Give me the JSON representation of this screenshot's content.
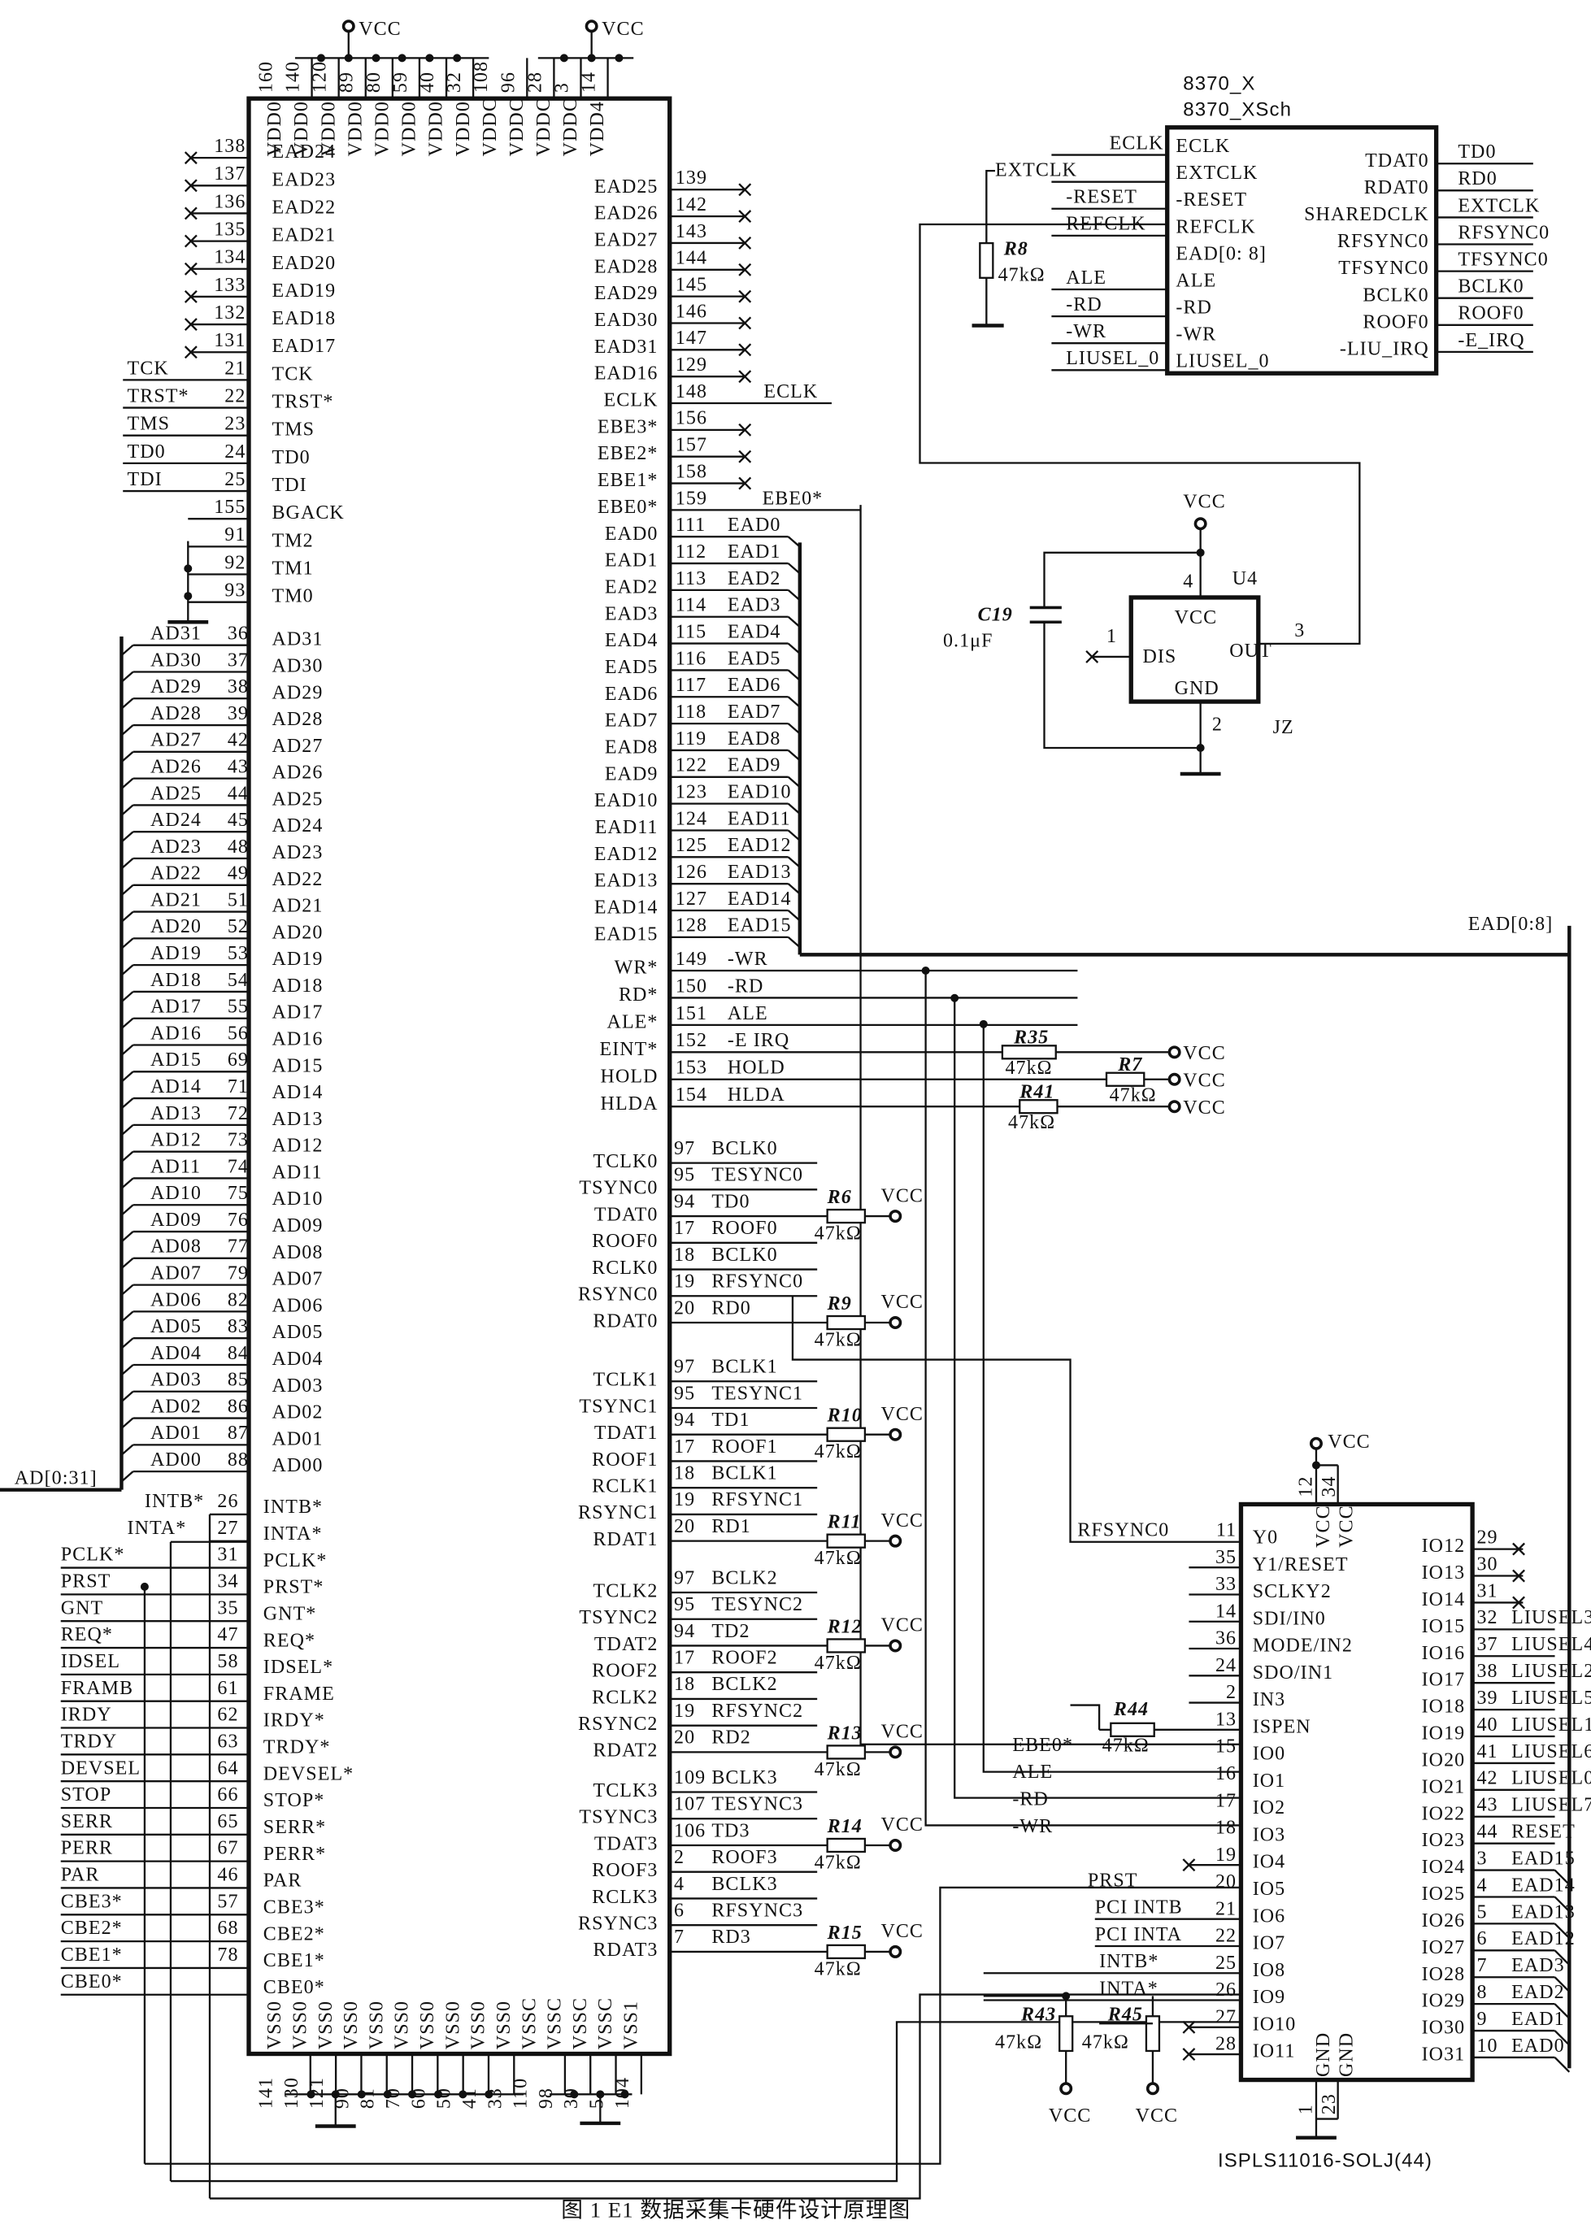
{
  "vcc_label": "VCC",
  "res_value": "47kΩ",
  "ad_bus": "AD[0:31]",
  "ead_bus": "EAD[0:8]",
  "caption": "图 1  E1 数据采集卡硬件设计原理图",
  "main_chip": {
    "top_pins": [
      {
        "num": "160",
        "name": "VDD0"
      },
      {
        "num": "140",
        "name": "VDD0"
      },
      {
        "num": "120",
        "name": "VDD0"
      },
      {
        "num": "89",
        "name": "VDD0"
      },
      {
        "num": "80",
        "name": "VDD0"
      },
      {
        "num": "59",
        "name": "VDD0"
      },
      {
        "num": "40",
        "name": "VDD0"
      },
      {
        "num": "32",
        "name": "VDD0"
      },
      {
        "num": "108",
        "name": "VDDC"
      },
      {
        "num": "96",
        "name": "VDDC"
      },
      {
        "num": "28",
        "name": "VDDC"
      },
      {
        "num": "3",
        "name": "VDDC"
      },
      {
        "num": "14",
        "name": "VDD4"
      }
    ],
    "bottom_pins": [
      {
        "num": "141",
        "name": "VSS0"
      },
      {
        "num": "130",
        "name": "VSS0"
      },
      {
        "num": "121",
        "name": "VSS0"
      },
      {
        "num": "90",
        "name": "VSS0"
      },
      {
        "num": "81",
        "name": "VSS0"
      },
      {
        "num": "70",
        "name": "VSS0"
      },
      {
        "num": "60",
        "name": "VSS0"
      },
      {
        "num": "50",
        "name": "VSS0"
      },
      {
        "num": "41",
        "name": "VSS0"
      },
      {
        "num": "33",
        "name": "VSS0"
      },
      {
        "num": "110",
        "name": "VSSC"
      },
      {
        "num": "98",
        "name": "VSSC"
      },
      {
        "num": "30",
        "name": "VSSC"
      },
      {
        "num": "5",
        "name": "VSSC"
      },
      {
        "num": "104",
        "name": "VSS1"
      }
    ],
    "left_upper": [
      {
        "num": "138",
        "name": "EAD24",
        "nc": true
      },
      {
        "num": "137",
        "name": "EAD23",
        "nc": true
      },
      {
        "num": "136",
        "name": "EAD22",
        "nc": true
      },
      {
        "num": "135",
        "name": "EAD21",
        "nc": true
      },
      {
        "num": "134",
        "name": "EAD20",
        "nc": true
      },
      {
        "num": "133",
        "name": "EAD19",
        "nc": true
      },
      {
        "num": "132",
        "name": "EAD18",
        "nc": true
      },
      {
        "num": "131",
        "name": "EAD17",
        "nc": true
      },
      {
        "num": "21",
        "name": "TCK",
        "net": "TCK"
      },
      {
        "num": "22",
        "name": "TRST*",
        "net": "TRST*"
      },
      {
        "num": "23",
        "name": "TMS",
        "net": "TMS"
      },
      {
        "num": "24",
        "name": "TD0",
        "net": "TD0"
      },
      {
        "num": "25",
        "name": "TDI",
        "net": "TDI"
      },
      {
        "num": "155",
        "name": "BGACK"
      },
      {
        "num": "91",
        "name": "TM2"
      },
      {
        "num": "92",
        "name": "TM1"
      },
      {
        "num": "93",
        "name": "TM0"
      }
    ],
    "left_ad": [
      {
        "num": "36",
        "name": "AD31",
        "net": "AD31"
      },
      {
        "num": "37",
        "name": "AD30",
        "net": "AD30"
      },
      {
        "num": "38",
        "name": "AD29",
        "net": "AD29"
      },
      {
        "num": "39",
        "name": "AD28",
        "net": "AD28"
      },
      {
        "num": "42",
        "name": "AD27",
        "net": "AD27"
      },
      {
        "num": "43",
        "name": "AD26",
        "net": "AD26"
      },
      {
        "num": "44",
        "name": "AD25",
        "net": "AD25"
      },
      {
        "num": "45",
        "name": "AD24",
        "net": "AD24"
      },
      {
        "num": "48",
        "name": "AD23",
        "net": "AD23"
      },
      {
        "num": "49",
        "name": "AD22",
        "net": "AD22"
      },
      {
        "num": "51",
        "name": "AD21",
        "net": "AD21"
      },
      {
        "num": "52",
        "name": "AD20",
        "net": "AD20"
      },
      {
        "num": "53",
        "name": "AD19",
        "net": "AD19"
      },
      {
        "num": "54",
        "name": "AD18",
        "net": "AD18"
      },
      {
        "num": "55",
        "name": "AD17",
        "net": "AD17"
      },
      {
        "num": "56",
        "name": "AD16",
        "net": "AD16"
      },
      {
        "num": "69",
        "name": "AD15",
        "net": "AD15"
      },
      {
        "num": "71",
        "name": "AD14",
        "net": "AD14"
      },
      {
        "num": "72",
        "name": "AD13",
        "net": "AD13"
      },
      {
        "num": "73",
        "name": "AD12",
        "net": "AD12"
      },
      {
        "num": "74",
        "name": "AD11",
        "net": "AD11"
      },
      {
        "num": "75",
        "name": "AD10",
        "net": "AD10"
      },
      {
        "num": "76",
        "name": "AD09",
        "net": "AD09"
      },
      {
        "num": "77",
        "name": "AD08",
        "net": "AD08"
      },
      {
        "num": "79",
        "name": "AD07",
        "net": "AD07"
      },
      {
        "num": "82",
        "name": "AD06",
        "net": "AD06"
      },
      {
        "num": "83",
        "name": "AD05",
        "net": "AD05"
      },
      {
        "num": "84",
        "name": "AD04",
        "net": "AD04"
      },
      {
        "num": "85",
        "name": "AD03",
        "net": "AD03"
      },
      {
        "num": "86",
        "name": "AD02",
        "net": "AD02"
      },
      {
        "num": "87",
        "name": "AD01",
        "net": "AD01"
      },
      {
        "num": "88",
        "name": "AD00",
        "net": "AD00"
      }
    ],
    "left_pci": [
      {
        "num": "26",
        "name": "INTB*",
        "net": "INTB*"
      },
      {
        "num": "27",
        "name": "INTA*",
        "net": "INTA*"
      },
      {
        "num": "31",
        "name": "PCLK*",
        "net": "PCLK*"
      },
      {
        "num": "34",
        "name": "PRST*",
        "net": "PRST"
      },
      {
        "num": "35",
        "name": "GNT*",
        "net": "GNT"
      },
      {
        "num": "47",
        "name": "REQ*",
        "net": "REQ*"
      },
      {
        "num": "58",
        "name": "IDSEL*",
        "net": "IDSEL"
      },
      {
        "num": "61",
        "name": "FRAME",
        "net": "FRAMB"
      },
      {
        "num": "62",
        "name": "IRDY*",
        "net": "IRDY"
      },
      {
        "num": "63",
        "name": "TRDY*",
        "net": "TRDY"
      },
      {
        "num": "64",
        "name": "DEVSEL*",
        "net": "DEVSEL"
      },
      {
        "num": "66",
        "name": "STOP*",
        "net": "STOP"
      },
      {
        "num": "65",
        "name": "SERR*",
        "net": "SERR"
      },
      {
        "num": "67",
        "name": "PERR*",
        "net": "PERR"
      },
      {
        "num": "46",
        "name": "PAR",
        "net": "PAR"
      },
      {
        "num": "57",
        "name": "CBE3*",
        "net": "CBE3*"
      },
      {
        "num": "68",
        "name": "CBE2*",
        "net": "CBE2*"
      },
      {
        "num": "78",
        "name": "CBE1*",
        "net": "CBE1*"
      },
      {
        "num": "",
        "name": "CBE0*",
        "net": "CBE0*"
      }
    ],
    "right_upper": [
      {
        "num": "139",
        "name": "EAD25",
        "nc": true
      },
      {
        "num": "142",
        "name": "EAD26",
        "nc": true
      },
      {
        "num": "143",
        "name": "EAD27",
        "nc": true
      },
      {
        "num": "144",
        "name": "EAD28",
        "nc": true
      },
      {
        "num": "145",
        "name": "EAD29",
        "nc": true
      },
      {
        "num": "146",
        "name": "EAD30",
        "nc": true
      },
      {
        "num": "147",
        "name": "EAD31",
        "nc": true
      },
      {
        "num": "129",
        "name": "EAD16",
        "nc": true
      },
      {
        "num": "148",
        "name": "ECLK",
        "net": "ECLK"
      },
      {
        "num": "156",
        "name": "EBE3*",
        "nc": true
      },
      {
        "num": "157",
        "name": "EBE2*",
        "nc": true
      },
      {
        "num": "158",
        "name": "EBE1*",
        "nc": true
      },
      {
        "num": "159",
        "name": "EBE0*",
        "net": "EBE0*"
      },
      {
        "num": "111",
        "name": "EAD0",
        "net": "EAD0"
      },
      {
        "num": "112",
        "name": "EAD1",
        "net": "EAD1"
      },
      {
        "num": "113",
        "name": "EAD2",
        "net": "EAD2"
      },
      {
        "num": "114",
        "name": "EAD3",
        "net": "EAD3"
      },
      {
        "num": "115",
        "name": "EAD4",
        "net": "EAD4"
      },
      {
        "num": "116",
        "name": "EAD5",
        "net": "EAD5"
      },
      {
        "num": "117",
        "name": "EAD6",
        "net": "EAD6"
      },
      {
        "num": "118",
        "name": "EAD7",
        "net": "EAD7"
      },
      {
        "num": "119",
        "name": "EAD8",
        "net": "EAD8"
      },
      {
        "num": "122",
        "name": "EAD9",
        "net": "EAD9"
      },
      {
        "num": "123",
        "name": "EAD10",
        "net": "EAD10"
      },
      {
        "num": "124",
        "name": "EAD11",
        "net": "EAD11"
      },
      {
        "num": "125",
        "name": "EAD12",
        "net": "EAD12"
      },
      {
        "num": "126",
        "name": "EAD13",
        "net": "EAD13"
      },
      {
        "num": "127",
        "name": "EAD14",
        "net": "EAD14"
      },
      {
        "num": "128",
        "name": "EAD15",
        "net": "EAD15"
      }
    ],
    "right_ctrl": [
      {
        "num": "149",
        "name": "WR*",
        "net": "-WR"
      },
      {
        "num": "150",
        "name": "RD*",
        "net": "-RD"
      },
      {
        "num": "151",
        "name": "ALE*",
        "net": "ALE"
      },
      {
        "num": "152",
        "name": "EINT*",
        "net": "-E IRQ",
        "res": "R35"
      },
      {
        "num": "153",
        "name": "HOLD",
        "net": "HOLD",
        "res": "R7"
      },
      {
        "num": "154",
        "name": "HLDA",
        "net": "HLDA",
        "res": "R41"
      }
    ],
    "e1_groups": [
      {
        "pins": [
          {
            "name": "TCLK0",
            "num": "97",
            "net": "BCLK0"
          },
          {
            "name": "TSYNC0",
            "num": "95",
            "net": "TESYNC0"
          },
          {
            "name": "TDAT0",
            "num": "94",
            "net": "TD0",
            "res": "R6"
          },
          {
            "name": "ROOF0",
            "num": "17",
            "net": "ROOF0"
          },
          {
            "name": "RCLK0",
            "num": "18",
            "net": "BCLK0"
          },
          {
            "name": "RSYNC0",
            "num": "19",
            "net": "RFSYNC0"
          },
          {
            "name": "RDAT0",
            "num": "20",
            "net": "RD0",
            "res": "R9"
          }
        ]
      },
      {
        "pins": [
          {
            "name": "TCLK1",
            "num": "97",
            "net": "BCLK1"
          },
          {
            "name": "TSYNC1",
            "num": "95",
            "net": "TESYNC1"
          },
          {
            "name": "TDAT1",
            "num": "94",
            "net": "TD1",
            "res": "R10"
          },
          {
            "name": "ROOF1",
            "num": "17",
            "net": "ROOF1"
          },
          {
            "name": "RCLK1",
            "num": "18",
            "net": "BCLK1"
          },
          {
            "name": "RSYNC1",
            "num": "19",
            "net": "RFSYNC1"
          },
          {
            "name": "RDAT1",
            "num": "20",
            "net": "RD1",
            "res": "R11"
          }
        ]
      },
      {
        "pins": [
          {
            "name": "TCLK2",
            "num": "97",
            "net": "BCLK2"
          },
          {
            "name": "TSYNC2",
            "num": "95",
            "net": "TESYNC2"
          },
          {
            "name": "TDAT2",
            "num": "94",
            "net": "TD2",
            "res": "R12"
          },
          {
            "name": "ROOF2",
            "num": "17",
            "net": "ROOF2"
          },
          {
            "name": "RCLK2",
            "num": "18",
            "net": "BCLK2"
          },
          {
            "name": "RSYNC2",
            "num": "19",
            "net": "RFSYNC2"
          },
          {
            "name": "RDAT2",
            "num": "20",
            "net": "RD2",
            "res": "R13"
          }
        ]
      },
      {
        "pins": [
          {
            "name": "TCLK3",
            "num": "109",
            "net": "BCLK3"
          },
          {
            "name": "TSYNC3",
            "num": "107",
            "net": "TESYNC3"
          },
          {
            "name": "TDAT3",
            "num": "106",
            "net": "TD3",
            "res": "R14"
          },
          {
            "name": "ROOF3",
            "num": "2",
            "net": "ROOF3"
          },
          {
            "name": "RCLK3",
            "num": "4",
            "net": "BCLK3"
          },
          {
            "name": "RSYNC3",
            "num": "6",
            "net": "RFSYNC3"
          },
          {
            "name": "RDAT3",
            "num": "7",
            "net": "RD3",
            "res": "R15"
          }
        ]
      }
    ]
  },
  "u8370": {
    "title1": "8370_X",
    "title2": "8370_XSch",
    "left": [
      {
        "name": "ECLK",
        "net": "ECLK"
      },
      {
        "name": "EXTCLK",
        "net": "EXTCLK"
      },
      {
        "name": "-RESET",
        "net": "-RESET"
      },
      {
        "name": "REFCLK",
        "net": "REFCLK"
      },
      {
        "name": "EAD[0: 8]",
        "net": ""
      },
      {
        "name": "ALE",
        "net": "ALE"
      },
      {
        "name": "-RD",
        "net": "-RD"
      },
      {
        "name": "-WR",
        "net": "-WR"
      },
      {
        "name": "LIUSEL_0",
        "net": "LIUSEL_0"
      }
    ],
    "right": [
      {
        "name": "TDAT0",
        "net": "TD0"
      },
      {
        "name": "RDAT0",
        "net": "RD0"
      },
      {
        "name": "SHAREDCLK",
        "net": "EXTCLK"
      },
      {
        "name": "RFSYNC0",
        "net": "RFSYNC0"
      },
      {
        "name": "TFSYNC0",
        "net": "TFSYNC0"
      },
      {
        "name": "BCLK0",
        "net": "BCLK0"
      },
      {
        "name": "ROOF0",
        "net": "ROOF0"
      },
      {
        "name": "-LIU_IRQ",
        "net": "-E_IRQ"
      }
    ]
  },
  "r8": {
    "ref": "R8"
  },
  "c19": {
    "ref": "C19",
    "value": "0.1μF"
  },
  "u4": {
    "ref": "U4",
    "part": "JZ",
    "vcc": "VCC",
    "dis": "DIS",
    "out": "OUT",
    "gnd": "GND",
    "pin_vcc": "4",
    "pin_dis": "1",
    "pin_out": "3",
    "pin_gnd": "2"
  },
  "pld": {
    "part": "ISPLS11016-SOLJ(44)",
    "top": [
      {
        "num": "12",
        "name": "VCC"
      },
      {
        "num": "34",
        "name": "VCC"
      }
    ],
    "bottom": [
      {
        "num": "1",
        "name": "GND"
      },
      {
        "num": "23",
        "name": "GND"
      }
    ],
    "left": [
      {
        "num": "11",
        "name": "Y0",
        "net": "RFSYNC0"
      },
      {
        "num": "35",
        "name": "Y1/RESET"
      },
      {
        "num": "33",
        "name": "SCLKY2"
      },
      {
        "num": "14",
        "name": "SDI/IN0"
      },
      {
        "num": "36",
        "name": "MODE/IN2"
      },
      {
        "num": "24",
        "name": "SDO/IN1"
      },
      {
        "num": "2",
        "name": "IN3"
      },
      {
        "num": "13",
        "name": "ISPEN",
        "res": "R44"
      },
      {
        "num": "15",
        "name": "IO0",
        "net": "EBE0*"
      },
      {
        "num": "16",
        "name": "IO1",
        "net": "ALE"
      },
      {
        "num": "17",
        "name": "IO2",
        "net": "-RD"
      },
      {
        "num": "18",
        "name": "IO3",
        "net": "-WR"
      },
      {
        "num": "19",
        "name": "IO4",
        "nc": true
      },
      {
        "num": "20",
        "name": "IO5",
        "net": "PRST"
      },
      {
        "num": "21",
        "name": "IO6",
        "net": "PCI  INTB"
      },
      {
        "num": "22",
        "name": "IO7",
        "net": "PCI  INTA"
      },
      {
        "num": "25",
        "name": "IO8",
        "net": "INTB*"
      },
      {
        "num": "26",
        "name": "IO9",
        "net": "INTA*"
      },
      {
        "num": "27",
        "name": "IO10",
        "nc": true
      },
      {
        "num": "28",
        "name": "IO11",
        "nc": true
      }
    ],
    "right": [
      {
        "num": "29",
        "name": "IO12",
        "nc": true
      },
      {
        "num": "30",
        "name": "IO13",
        "nc": true
      },
      {
        "num": "31",
        "name": "IO14",
        "nc": true
      },
      {
        "num": "32",
        "name": "IO15",
        "net": "LIUSEL3"
      },
      {
        "num": "37",
        "name": "IO16",
        "net": "LIUSEL4"
      },
      {
        "num": "38",
        "name": "IO17",
        "net": "LIUSEL2"
      },
      {
        "num": "39",
        "name": "IO18",
        "net": "LIUSEL5"
      },
      {
        "num": "40",
        "name": "IO19",
        "net": "LIUSEL1"
      },
      {
        "num": "41",
        "name": "IO20",
        "net": "LIUSEL6"
      },
      {
        "num": "42",
        "name": "IO21",
        "net": "LIUSEL0"
      },
      {
        "num": "43",
        "name": "IO22",
        "net": "LIUSEL7"
      },
      {
        "num": "44",
        "name": "IO23",
        "net": "RESET"
      },
      {
        "num": "3",
        "name": "IO24",
        "net": "EAD15"
      },
      {
        "num": "4",
        "name": "IO25",
        "net": "EAD14"
      },
      {
        "num": "5",
        "name": "IO26",
        "net": "EAD13"
      },
      {
        "num": "6",
        "name": "IO27",
        "net": "EAD12"
      },
      {
        "num": "7",
        "name": "IO28",
        "net": "EAD3"
      },
      {
        "num": "8",
        "name": "IO29",
        "net": "EAD2"
      },
      {
        "num": "9",
        "name": "IO30",
        "net": "EAD1"
      },
      {
        "num": "10",
        "name": "IO31",
        "net": "EAD0"
      }
    ],
    "pullups": [
      {
        "ref": "R43"
      },
      {
        "ref": "R45"
      }
    ]
  }
}
